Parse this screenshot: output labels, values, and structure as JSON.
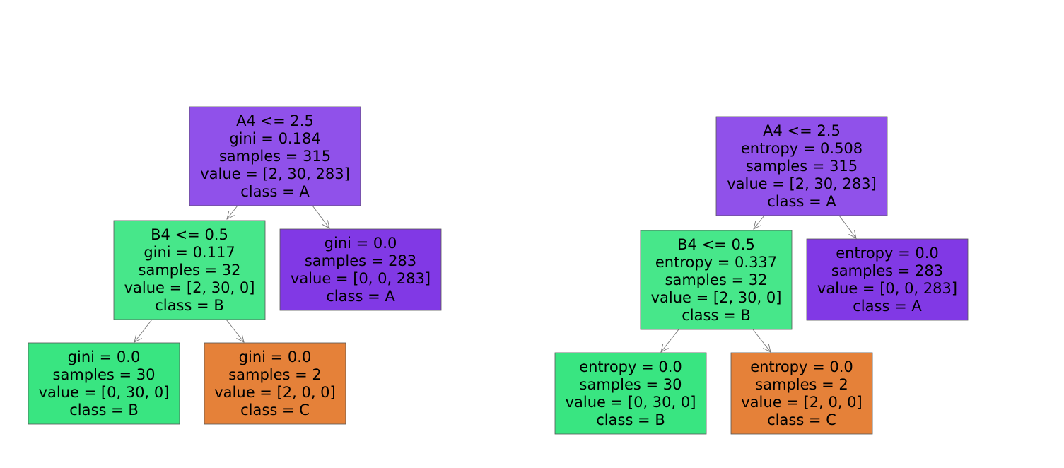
{
  "colors": {
    "class_A_root": "#9051ea",
    "class_A_leaf": "#8139e5",
    "class_B_split": "#47e78a",
    "class_B_leaf": "#39e581",
    "class_C_leaf": "#e58139"
  },
  "trees": [
    {
      "criterion": "gini",
      "nodes": [
        {
          "id": "root",
          "color": "class_A_root",
          "lines": [
            "A4 <= 2.5",
            "gini = 0.184",
            "samples = 315",
            "value = [2, 30, 283]",
            "class = A"
          ]
        },
        {
          "id": "left",
          "color": "class_B_split",
          "lines": [
            "B4 <= 0.5",
            "gini = 0.117",
            "samples = 32",
            "value = [2, 30, 0]",
            "class = B"
          ]
        },
        {
          "id": "right",
          "color": "class_A_leaf",
          "lines": [
            "gini = 0.0",
            "samples = 283",
            "value = [0, 0, 283]",
            "class = A"
          ]
        },
        {
          "id": "left-left",
          "color": "class_B_leaf",
          "lines": [
            "gini = 0.0",
            "samples = 30",
            "value = [0, 30, 0]",
            "class = B"
          ]
        },
        {
          "id": "left-right",
          "color": "class_C_leaf",
          "lines": [
            "gini = 0.0",
            "samples = 2",
            "value = [2, 0, 0]",
            "class = C"
          ]
        }
      ],
      "edges": [
        [
          "root",
          "left"
        ],
        [
          "root",
          "right"
        ],
        [
          "left",
          "left-left"
        ],
        [
          "left",
          "left-right"
        ]
      ]
    },
    {
      "criterion": "entropy",
      "nodes": [
        {
          "id": "root",
          "color": "class_A_root",
          "lines": [
            "A4 <= 2.5",
            "entropy = 0.508",
            "samples = 315",
            "value = [2, 30, 283]",
            "class = A"
          ]
        },
        {
          "id": "left",
          "color": "class_B_split",
          "lines": [
            "B4 <= 0.5",
            "entropy = 0.337",
            "samples = 32",
            "value = [2, 30, 0]",
            "class = B"
          ]
        },
        {
          "id": "right",
          "color": "class_A_leaf",
          "lines": [
            "entropy = 0.0",
            "samples = 283",
            "value = [0, 0, 283]",
            "class = A"
          ]
        },
        {
          "id": "left-left",
          "color": "class_B_leaf",
          "lines": [
            "entropy = 0.0",
            "samples = 30",
            "value = [0, 30, 0]",
            "class = B"
          ]
        },
        {
          "id": "left-right",
          "color": "class_C_leaf",
          "lines": [
            "entropy = 0.0",
            "samples = 2",
            "value = [2, 0, 0]",
            "class = C"
          ]
        }
      ],
      "edges": [
        [
          "root",
          "left"
        ],
        [
          "root",
          "right"
        ],
        [
          "left",
          "left-left"
        ],
        [
          "left",
          "left-right"
        ]
      ]
    }
  ]
}
